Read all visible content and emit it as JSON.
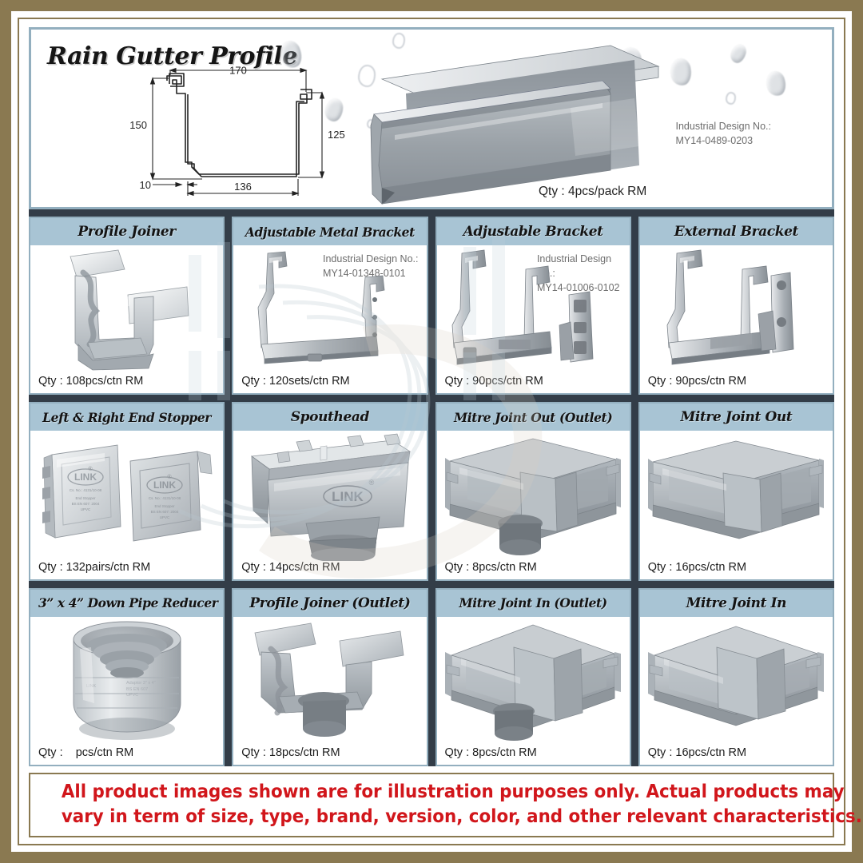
{
  "hero": {
    "title": "Rain Gutter Profile",
    "industrial_design_label": "Industrial Design No.:",
    "industrial_design_no": "MY14-0489-0203",
    "qty": "Qty : 4pcs/pack RM",
    "dimensions": {
      "top_width": "170",
      "left_height": "150",
      "right_height": "125",
      "bottom_width": "136",
      "lip_offset": "10"
    }
  },
  "products": [
    {
      "name": "Profile Joiner",
      "qty": "Qty : 108pcs/ctn RM",
      "art": "profile-joiner"
    },
    {
      "name": "Adjustable Metal Bracket",
      "qty": "Qty : 120sets/ctn RM",
      "art": "metal-bracket",
      "industrial_design_label": "Industrial Design No.:",
      "industrial_design_no": "MY14-01348-0101"
    },
    {
      "name": "Adjustable Bracket",
      "qty": "Qty : 90pcs/ctn RM",
      "art": "adjustable-bracket",
      "industrial_design_label": "Industrial Design No.:",
      "industrial_design_no": "MY14-01006-0102"
    },
    {
      "name": "External Bracket",
      "qty": "Qty : 90pcs/ctn RM",
      "art": "external-bracket"
    },
    {
      "name": "Left & Right End Stopper",
      "qty": "Qty : 132pairs/ctn RM",
      "art": "end-stopper"
    },
    {
      "name": "Spouthead",
      "qty": "Qty : 14pcs/ctn RM",
      "art": "spouthead"
    },
    {
      "name": "Mitre Joint Out (Outlet)",
      "qty": "Qty : 8pcs/ctn RM",
      "art": "mitre-out-outlet"
    },
    {
      "name": "Mitre Joint Out",
      "qty": "Qty : 16pcs/ctn RM",
      "art": "mitre-out"
    },
    {
      "name": "3” x 4” Down Pipe Reducer",
      "qty": "Qty :    pcs/ctn RM",
      "art": "pipe-reducer"
    },
    {
      "name": "Profile Joiner (Outlet)",
      "qty": "Qty : 18pcs/ctn RM",
      "art": "joiner-outlet"
    },
    {
      "name": "Mitre Joint In (Outlet)",
      "qty": "Qty : 8pcs/ctn RM",
      "art": "mitre-in-outlet"
    },
    {
      "name": "Mitre Joint In",
      "qty": "Qty : 16pcs/ctn RM",
      "art": "mitre-in"
    }
  ],
  "brand_mark": "LINK",
  "footer": {
    "line1": "All product images shown are for illustration purposes only. Actual products may",
    "line2": "vary in term of size, type, brand, version, color, and other relevant characteristics."
  },
  "colors": {
    "frame_gold": "#8a7951",
    "header_band": "#a8c4d4",
    "card_border": "#93afbf",
    "gutter_dark": "#333d48",
    "footer_red": "#d1161b"
  }
}
